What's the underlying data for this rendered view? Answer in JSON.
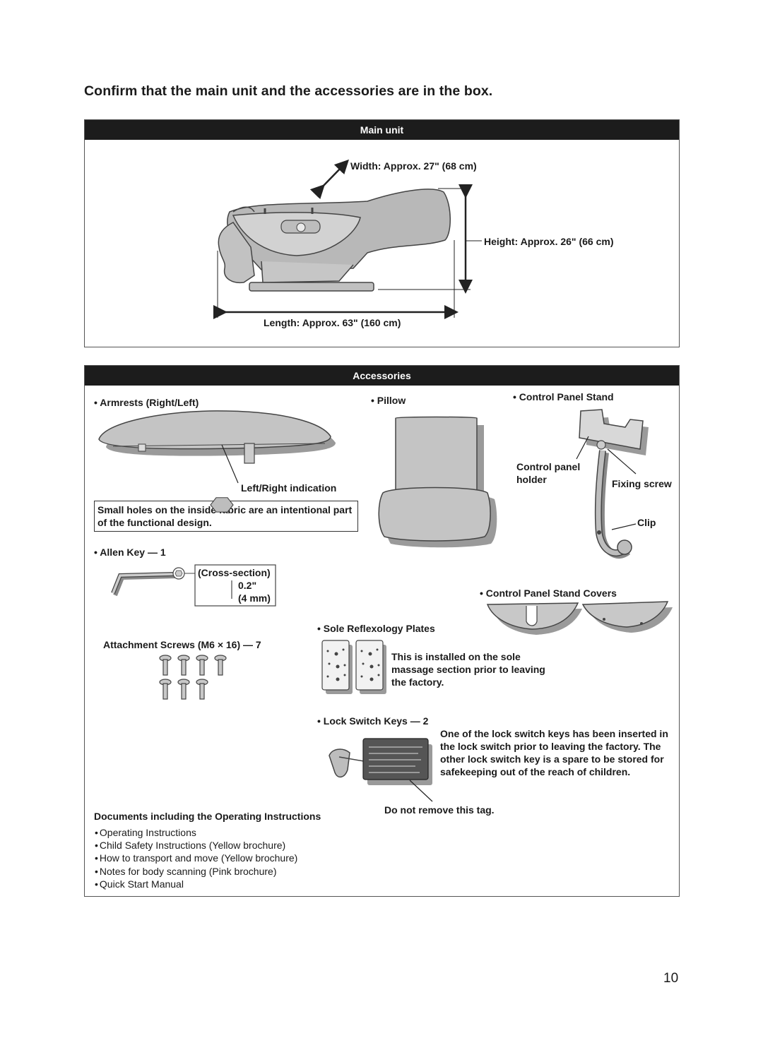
{
  "page": {
    "heading": "Confirm that the main unit and the accessories are in the box.",
    "page_number": "10"
  },
  "main_unit": {
    "title": "Main unit",
    "width": "Width: Approx. 27\" (68 cm)",
    "height": "Height: Approx. 26\" (66 cm)",
    "length": "Length: Approx. 63\" (160 cm)"
  },
  "accessories": {
    "title": "Accessories",
    "armrests": "• Armrests (Right/Left)",
    "left_right_indication": "Left/Right indication",
    "small_holes_note": "Small holes on the inside fabric are an intentional part of the functional design.",
    "pillow": "• Pillow",
    "control_panel_stand": "• Control Panel Stand",
    "control_panel_holder_1": "Control panel",
    "control_panel_holder_2": "holder",
    "fixing_screw": "Fixing screw",
    "clip": "Clip",
    "allen_key": "• Allen Key — 1",
    "cross_section": "(Cross-section)",
    "cross_in": "0.2\"",
    "cross_mm": "(4 mm)",
    "control_panel_stand_covers": "• Control Panel Stand Covers",
    "sole_plates": "• Sole Reflexology Plates",
    "sole_note": "This is installed on the sole massage section prior to leaving the factory.",
    "attachment_screws": "Attachment Screws (M6 × 16) — 7",
    "lock_switch_keys": "• Lock Switch Keys — 2",
    "lock_note": "One of the lock switch keys has been inserted in the lock switch prior to leaving the factory. The other lock switch key is a spare to be stored for safekeeping out of the reach of children.",
    "do_not_remove": "Do not remove this tag.",
    "documents_title": "Documents including the Operating Instructions",
    "documents": [
      "Operating Instructions",
      "Child Safety Instructions (Yellow brochure)",
      "How to transport and move (Yellow brochure)",
      "Notes for body scanning (Pink brochure)",
      "Quick Start Manual"
    ]
  },
  "colors": {
    "bar": "#1c1c1c",
    "illustration_fill": "#c8c8c8",
    "shadow": "#9a9a9a"
  }
}
